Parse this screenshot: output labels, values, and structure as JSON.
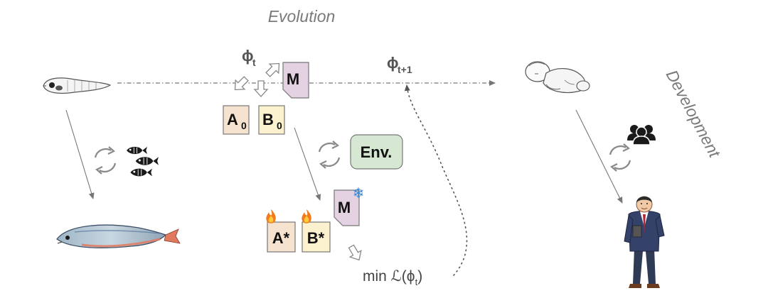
{
  "labels": {
    "evolution": "Evolution",
    "development": "Development",
    "phi_t": "ϕ",
    "phi_t_sub": "t",
    "phi_t1": "ϕ",
    "phi_t1_sub": "t+1",
    "loss": "min ℒ(ϕ",
    "loss_sub": "t",
    "loss_close": ")"
  },
  "boxes": {
    "m_top": "M",
    "a0": "A",
    "a0_sub": "0",
    "b0": "B",
    "b0_sub": "0",
    "env": "Env.",
    "m_frozen": "M",
    "a_star": "A*",
    "b_star": "B*"
  },
  "icons": {
    "larva": "fish-larva-icon",
    "adult_fish": "adult-fish-icon",
    "fish_school": "fish-school-icon",
    "baby": "baby-icon",
    "adult_man": "businessman-icon",
    "people": "people-group-icon",
    "cycle": "cycle-arrows-icon",
    "flame": "flame-icon",
    "snowflake": "snowflake-icon"
  },
  "colors": {
    "a_fill": "#f6e3cf",
    "b_fill": "#fbf1cf",
    "m_fill": "#e4d2e3",
    "env_fill": "#d7e8d2",
    "text_gray": "#7a7a7a",
    "arrow_gray": "#8a8a8a"
  }
}
